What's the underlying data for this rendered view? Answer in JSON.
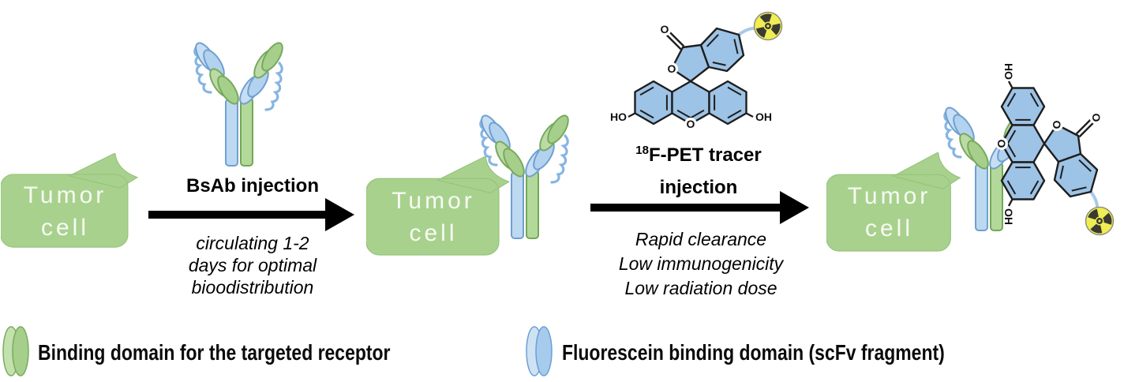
{
  "figure": {
    "description_cells": "Tumor cell speech bubbles",
    "cell_label": "Tumor cell"
  },
  "cells": [
    {
      "label": "Tumor cell"
    },
    {
      "label": "Tumor cell"
    },
    {
      "label": "Tumor cell"
    }
  ],
  "steps": [
    {
      "title": "BsAb injection",
      "notes": [
        "circulating 1-2",
        "days for optimal",
        "bioodistribution"
      ]
    },
    {
      "title_isotope": "18",
      "title_line1": "F-PET tracer",
      "title_line2": "injection",
      "notes": [
        "Rapid clearance",
        "Low immunogenicity",
        "Low radiation dose"
      ]
    }
  ],
  "molecule": {
    "carbonyl_o": "O",
    "lactone_o": "O",
    "xanthene_o": "O",
    "hydroxyl_left": "HO",
    "hydroxyl_right": "OH"
  },
  "legend": {
    "items": [
      {
        "icon": "receptor-binding-domain-icon",
        "label": "Binding domain for the targeted receptor"
      },
      {
        "icon": "fluorescein-binding-domain-icon",
        "label": "Fluorescein binding domain (scFv fragment)"
      }
    ]
  },
  "palette": {
    "cell_green": "#a9d18e",
    "domain_green": "#abd391",
    "domain_green_stroke": "#77a95c",
    "domain_blue": "#bdd8f1",
    "domain_blue_stroke": "#6fa0cf",
    "molecule_blue": "#9dc3e6",
    "radiation_yellow": "#f0ed53",
    "radiation_dark": "#3a3a33",
    "arrow_black": "#000000"
  }
}
